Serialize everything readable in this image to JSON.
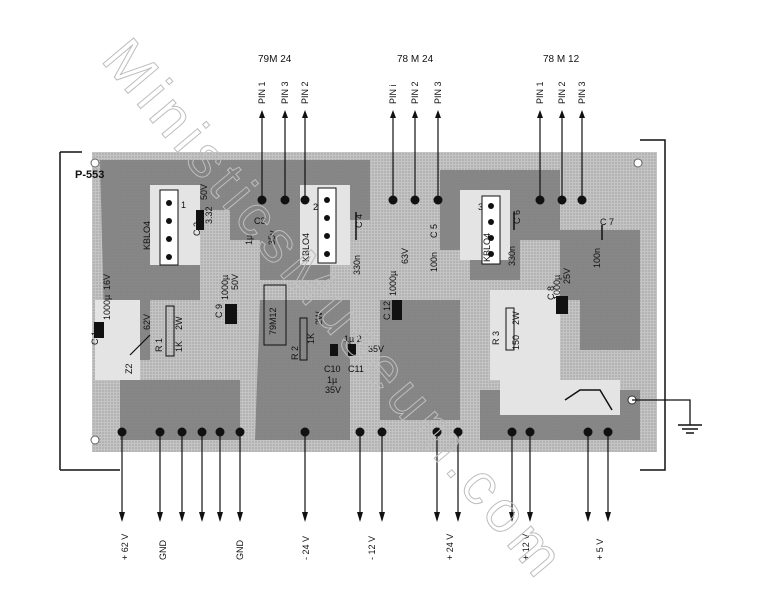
{
  "board": {
    "id": "P-553"
  },
  "regulators": [
    {
      "part": "79M 24",
      "pins": [
        "PIN 1",
        "PIN 3",
        "PIN 2"
      ]
    },
    {
      "part": "78 M 24",
      "pins": [
        "PIN i",
        "PIN 2",
        "PIN 3"
      ]
    },
    {
      "part": "78 M 12",
      "pins": [
        "PIN 1",
        "PIN 2",
        "PIN 3"
      ]
    }
  ],
  "bottom_terminals": [
    {
      "label": "+ 62 V"
    },
    {
      "label": "GND"
    },
    {
      "label": "GND"
    },
    {
      "label": "- 24 V"
    },
    {
      "label": "- 12 V"
    },
    {
      "label": "+ 24 V"
    },
    {
      "label": "+ 12 V"
    },
    {
      "label": "+ 5 V"
    }
  ],
  "components": {
    "c2": "C 2",
    "c2_val": "3.32",
    "c2_v": "50V",
    "bridge1": "KBLO4",
    "bridge1_num": "1",
    "c3": "C3",
    "c3_val": "1µ",
    "c3_v": "35v",
    "bridge2": "KBLO4",
    "bridge2_num": "2",
    "c4": "C 4",
    "c4_val": "330n",
    "c9": "C 9",
    "c9_val": "1000µ",
    "c9_v": "50V",
    "c1": "C 1",
    "c1_val": "1000µ",
    "c1_v": "16V",
    "c12": "C 12",
    "c12_val": "1000µ",
    "c12_v": "63V",
    "c5": "C 5",
    "c5_val": "100n",
    "bridge3": "KBLO4",
    "bridge3_num": "3",
    "c6": "C 6",
    "c6_val": "330n",
    "c7": "C 7",
    "c7_val": "100n",
    "c8": "C 8",
    "c8_val": "1000µ",
    "c8_v": "25V",
    "r1": "R 1",
    "r1_val": "1K",
    "r1_w": "2W",
    "z2": "Z2",
    "z2_v": "62V",
    "r2": "R 2",
    "r2_val": "1K",
    "r2_w": "2W",
    "r2ic": "79M12",
    "c10": "C10",
    "c11": "C11",
    "c10_val": "1µ",
    "c10_v": "35V",
    "c11_val": "1µ 2",
    "c11_v": "35V",
    "r3": "R 3",
    "r3_val": "150",
    "r3_w": "2W"
  },
  "watermark": "MinisticsMuseum.com",
  "colors": {
    "ink": "#111111",
    "board": "#b9b9b9",
    "copper": "#7a7a7a",
    "paper": "#ffffff"
  }
}
